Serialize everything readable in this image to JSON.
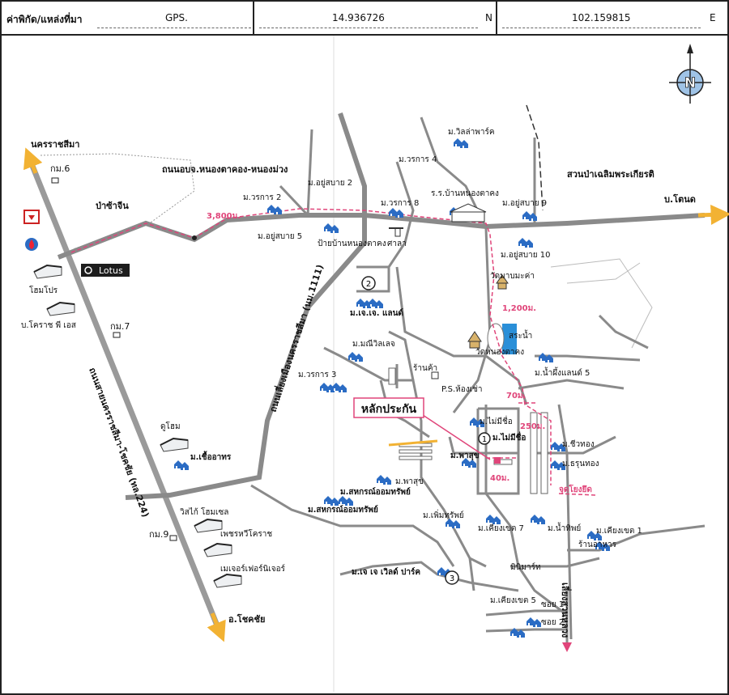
{
  "header": {
    "label": "ค่าพิกัด/แหล่งที่มา",
    "source": "GPS.",
    "latitude": "14.936726",
    "lat_dir": "N",
    "longitude": "102.159815",
    "lon_dir": "E"
  },
  "map": {
    "north": "N",
    "roads": {
      "to_nakhon": "นครราชสีมา",
      "to_chokchai": "อ.โชคชัย",
      "to_ban_tanod": "บ.โตนด",
      "main_road": "ถนนสายนครราชสีมา-โชคชัย (ทล.224)",
      "side_road": "ถนนเลี่ยงเมืองนครราชสีมา (นม.1111)",
      "local_road": "ถนนอบจ.หนองตาคอง-หนองม่วง"
    },
    "distances": {
      "d1": "3,800ม.",
      "d2": "1,200ม.",
      "d3": "70ม.",
      "d4": "250ม.",
      "d5": "40ม."
    },
    "km_markers": {
      "km6": "กม.6",
      "km7": "กม.7",
      "km9": "กม.9"
    },
    "places": {
      "pa_sa_chin": "ป่าซ้าจีน",
      "worakan2": "ม.วรการ 2",
      "yusabai2": "ม.อยู่สบาย 2",
      "yusabai5": "ม.อยู่สบาย 5",
      "bus_stop": "ป้ายบ้านหนองตาคง",
      "sala": "ศาลา",
      "villa_park": "ม.วิลล่าพาร์ค",
      "worakan4": "ม.วรการ 4",
      "worakan8": "ม.วรการ 8",
      "school": "ร.ร.บ้านหนองตาคง",
      "yusabai9": "ม.อยู่สบาย 9",
      "park": "สวนป่าเฉลิมพระเกียรติ",
      "yusabai10": "ม.อยู่สบาย 10",
      "wat_mabmakham": "วัดมาบมะค่า",
      "jj_land": "ม.เจ.เจ. แลนด์",
      "maneewilla": "ม.มณีวิลเลจ",
      "worakan3": "ม.วรการ 3",
      "shop": "ร้านค้า",
      "ps_rent": "P.S.ห้องเช่า",
      "pond": "สระน้ำ",
      "wat_nongtakong": "วัดหนองตาคง",
      "namphueng": "ม.น้ำผึ้งแลนด์ 5",
      "home_pro": "โฮมโปร",
      "korat_ps": "บ.โคราช พี เอส",
      "lotus": "Lotus",
      "doo_home": "ดูโฮม",
      "chuea_athon": "ม.เชื้ออาทร",
      "vista_home": "วิสไก้ โฮมเซล",
      "petch_korat": "เพชรหวีโคราช",
      "mega_furniture": "เมเจอร์เฟอร์นิเจอร์",
      "landmark_label": "หลักประกัน",
      "maimeechue_a": "ม.ไม่มีชื่อ",
      "maimeechue_b": "ม.ไม่มีชื่อ",
      "phasuk": "ม.พาสุข",
      "phasuk2": "ม.พาสุข",
      "sahakorn_a": "ม.สหกรณ์ออมทรัพย์",
      "sahakorn_b": "ม.สหกรณ์ออมทรัพย์",
      "cheewathong": "ม.ชีวทอง",
      "sirunthong": "ม.ธรุนทอง",
      "fixed_point": "จุดโยงยึด",
      "phoemsap": "ม.เพิ่มทรัพย์",
      "khiangkhet7": "ม.เคียงเขต 7",
      "namthip": "ม.น้ำทิพย์",
      "khiangkhet1": "ม.เคียงเขต 1",
      "restaurant": "ร้านอาหาร",
      "minimart": "มินิมาร์ท",
      "jj_world": "ม.เจ เจ เวิลด์ ปาร์ค",
      "khiangkhet5": "ม.เคียงเขต 5",
      "soi1": "ซอย 1",
      "soi2": "ซอย 2",
      "bypass": "เลี่ยงสวนหลวง"
    },
    "numbers": {
      "n1": "1",
      "n2": "2",
      "n3": "3"
    }
  },
  "colors": {
    "road": "#8a8a8a",
    "main_road": "#9a9a9a",
    "arrow": "#f2b233",
    "house": "#2b6cc4",
    "distance": "#e0457a",
    "pond": "#2a8fd8"
  }
}
